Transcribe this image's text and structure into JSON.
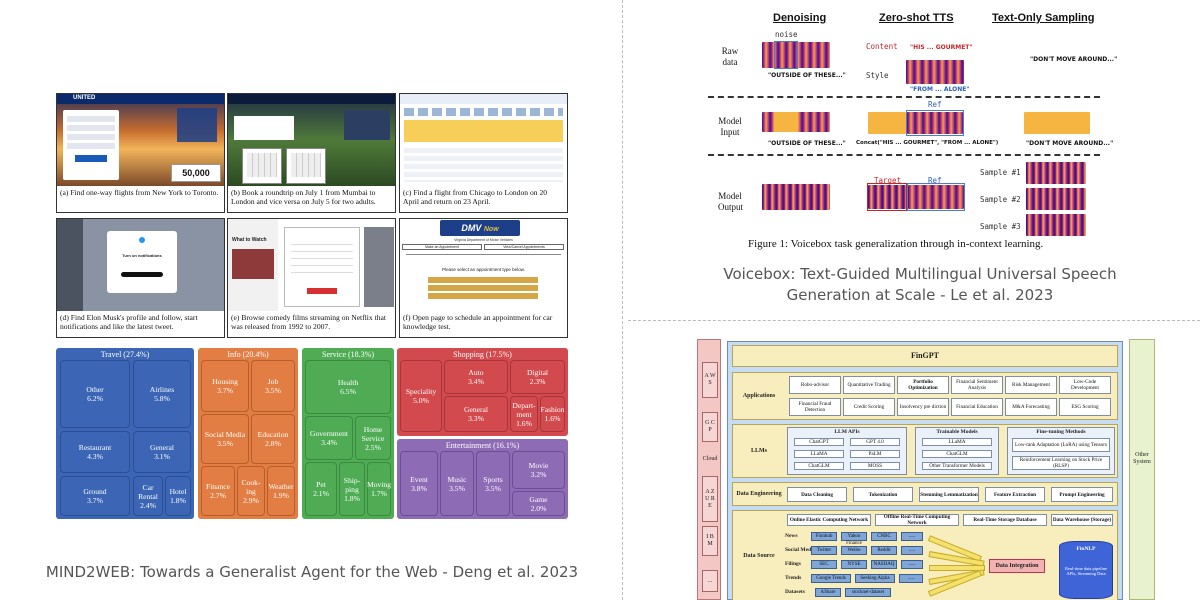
{
  "mind2web": {
    "captions": [
      "(a) Find one-way flights from New York to Toronto.",
      "(b) Book a roundtrip on July 1 from Mumbai to London and vice versa on July 5 for two adults.",
      "(c) Find a flight from Chicago to London on 20 April and return on 23 April.",
      "(d) Find Elon Musk's profile and follow, start notifications and like the latest tweet.",
      "(e) Browse comedy films streaming on Netflix that was released from 1992 to 2007.",
      "(f) Open page to schedule an appointment for car knowledge test."
    ],
    "shot_texts": {
      "united": "UNITED",
      "price": "50,000",
      "dmv": "DMV",
      "now": "Now",
      "dmv_sub": "Virginia Department of Motor Vehicles",
      "dmv_tab1": "Make an Appointment",
      "dmv_tab2": "View/Cancel Appointments",
      "dmv_msg": "Please select an appointment type below.",
      "notif": "Turn on notifications",
      "what_to_watch": "What to Watch"
    },
    "categories": [
      {
        "title": "Travel (27.4%)",
        "color": "#3c66b5",
        "tiles": [
          {
            "name": "Other",
            "value": "6.2%"
          },
          {
            "name": "Airlines",
            "value": "5.8%"
          },
          {
            "name": "Restaurant",
            "value": "4.3%"
          },
          {
            "name": "General",
            "value": "3.1%"
          },
          {
            "name": "Ground",
            "value": "3.7%"
          },
          {
            "name": "Car Rental",
            "value": "2.4%"
          },
          {
            "name": "Hotel",
            "value": "1.8%"
          }
        ]
      },
      {
        "title": "Info (20.4%)",
        "color": "#e27d43",
        "tiles": [
          {
            "name": "Housing",
            "value": "3.7%"
          },
          {
            "name": "Job",
            "value": "3.5%"
          },
          {
            "name": "Social Media",
            "value": "3.5%"
          },
          {
            "name": "Education",
            "value": "2.8%"
          },
          {
            "name": "Finance",
            "value": "2.7%"
          },
          {
            "name": "Cook-ing",
            "value": "2.9%"
          },
          {
            "name": "Weather",
            "value": "1.9%"
          }
        ]
      },
      {
        "title": "Service (18.3%)",
        "color": "#4fac55",
        "tiles": [
          {
            "name": "Health",
            "value": "6.5%"
          },
          {
            "name": "Government",
            "value": "3.4%"
          },
          {
            "name": "Home Service",
            "value": "2.5%"
          },
          {
            "name": "Pet",
            "value": "2.1%"
          },
          {
            "name": "Ship-ping",
            "value": "1.8%"
          },
          {
            "name": "Moving",
            "value": "1.7%"
          }
        ]
      },
      {
        "title": "Shopping (17.5%)",
        "color": "#d24a4d",
        "tiles": [
          {
            "name": "Speciality",
            "value": "5.0%"
          },
          {
            "name": "Auto",
            "value": "3.4%"
          },
          {
            "name": "Digital",
            "value": "2.3%"
          },
          {
            "name": "General",
            "value": "3.3%"
          },
          {
            "name": "Depart-ment",
            "value": "1.6%"
          },
          {
            "name": "Fashion",
            "value": "1.6%"
          }
        ]
      },
      {
        "title": "Entertainment (16.1%)",
        "color": "#8e6bb5",
        "tiles": [
          {
            "name": "Event",
            "value": "3.8%"
          },
          {
            "name": "Music",
            "value": "3.5%"
          },
          {
            "name": "Sports",
            "value": "3.5%"
          },
          {
            "name": "Movie",
            "value": "3.2%"
          },
          {
            "name": "Game",
            "value": "2.0%"
          }
        ]
      }
    ],
    "caption_line": "MIND2WEB: Towards a Generalist Agent for the Web - Deng et al. 2023"
  },
  "voicebox": {
    "headers": [
      "Denoising",
      "Zero-shot TTS",
      "Text-Only Sampling"
    ],
    "rows": [
      "Raw data",
      "Model Input",
      "Model Output"
    ],
    "noise": "noise",
    "content": "Content",
    "style": "Style",
    "ref": "Ref",
    "target": "Target",
    "samples": [
      "Sample #1",
      "Sample #2",
      "Sample #3"
    ],
    "t_outside": "\"OUTSIDE OF THESE...\"",
    "t_gourmet": "\"HIS ... GOURMET\"",
    "t_from_alone": "\"FROM ... ALONE\"",
    "t_dont_move": "\"DON'T MOVE AROUND...\"",
    "t_concat": "Concat(\"HIS ... GOURMET\", \"FROM ... ALONE\")",
    "figure_caption": "Figure 1: Voicebox task generalization through in-context learning.",
    "caption_line1": "Voicebox: Text-Guided Multilingual Universal Speech",
    "caption_line2": "Generation at Scale - Le et al. 2023"
  },
  "fingpt": {
    "title": "FinGPT",
    "cloud_cells": [
      "A W S",
      "G C P",
      "Cloud",
      "A Z U R E",
      "I B M",
      "..."
    ],
    "other_system": "Other System",
    "layers": {
      "applications": "Applications",
      "llms": "LLMs",
      "data_engineering": "Data Engineering",
      "data_source": "Data Source"
    },
    "apps": [
      "Robo-advisor",
      "Quantitative Trading",
      "Portfolio Optimization",
      "Financial Sentiment Analysis",
      "Risk Management",
      "Low-Code Development",
      "Financial Fraud Detection",
      "Credit Scoring",
      "Insolvency pre diction",
      "Financial Education",
      "M&A Forecasting",
      "ESG Scoring"
    ],
    "llm_apis": {
      "title": "LLM APIs",
      "items": [
        "ChatGPT",
        "GPT 4.0",
        "LLaMA",
        "PaLM",
        "ChatGLM",
        "MOSS"
      ]
    },
    "trainable": {
      "title": "Trainable Models",
      "items": [
        "LLaMA",
        "ChatGLM",
        "Other Transformer Models"
      ]
    },
    "finetune": {
      "title": "Fine-tuning Methods",
      "items": [
        "Low-rank Adaptation (LoRA) using Tensors",
        "Reinforcement Learning on Stock Price (RLSP)"
      ]
    },
    "data_eng": [
      "Data Cleaning",
      "Tokenization",
      "Stemming Lemmatization",
      "Feature Extraction",
      "Prompt Engineering"
    ],
    "ds_top": [
      "Online Elastic Computing Network",
      "Offline Real-Time Computing Network",
      "Real-Time Storage Database",
      "Data Warehouse (Storage)"
    ],
    "ds_rows": [
      {
        "label": "News",
        "chips": [
          "Finnhub",
          "Yahoo Finance",
          "CNBC",
          "....."
        ]
      },
      {
        "label": "Social Media",
        "chips": [
          "Twitter",
          "Weibo",
          "Reddit",
          "....."
        ]
      },
      {
        "label": "Filings",
        "chips": [
          "SEC",
          "NYSE",
          "NASDAQ",
          "....."
        ]
      },
      {
        "label": "Trends",
        "chips": [
          "Google Trends",
          "Seeking Alpha",
          "....."
        ]
      },
      {
        "label": "Datasets",
        "chips": [
          "AShare",
          "stocknet-dataset"
        ]
      }
    ],
    "data_integration": "Data Integration",
    "finnlp": "FinNLP",
    "realtime": "Real-time data pipeline APIs, Streaming Data"
  }
}
